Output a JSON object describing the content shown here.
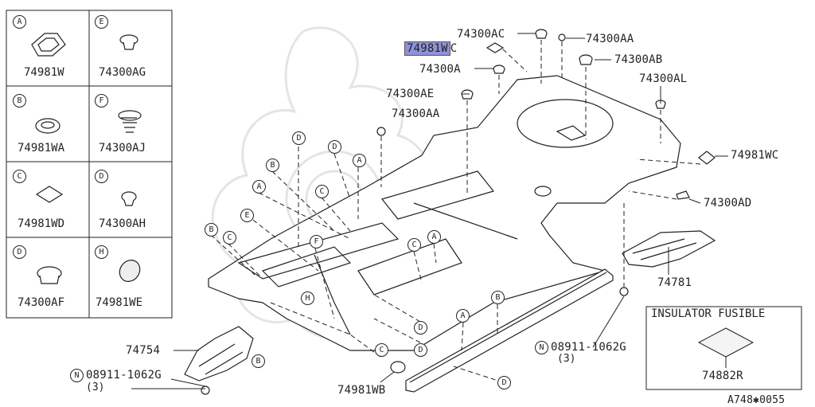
{
  "legend": {
    "cells": [
      {
        "key": "A",
        "part": "74981W"
      },
      {
        "key": "E",
        "part": "74300AG"
      },
      {
        "key": "B",
        "part": "74981WA"
      },
      {
        "key": "F",
        "part": "74300AJ"
      },
      {
        "key": "C",
        "part": "74981WD"
      },
      {
        "key": "D",
        "part": "74300AH"
      },
      {
        "key": "D",
        "part": "74300AF"
      },
      {
        "key": "H",
        "part": "74981WE"
      }
    ]
  },
  "callouts": {
    "p74300AC": "74300AC",
    "p74300AA_top": "74300AA",
    "p74981WC_hl": "74981W",
    "p74981WC_hl_suffix": "C",
    "p74300AB": "74300AB",
    "p74300A": "74300A",
    "p74300AL": "74300AL",
    "p74300AE": "74300AE",
    "p74300AA_mid": "74300AA",
    "p74981WC_right": "74981WC",
    "p74300AD": "74300AD",
    "p74781": "74781",
    "p74754": "74754",
    "bolt_left": "08911-1062G",
    "bolt_left_qty": "(3)",
    "bolt_right": "08911-1062G",
    "bolt_right_qty": "(3)",
    "p74981WB": "74981WB"
  },
  "letters": {
    "N": "N",
    "A": "A",
    "B": "B",
    "C": "C",
    "D": "D",
    "E": "E",
    "F": "F",
    "H": "H"
  },
  "insulator": {
    "title": "INSULATOR FUSIBLE",
    "part": "74882R"
  },
  "footer_code": "A748✱0055"
}
